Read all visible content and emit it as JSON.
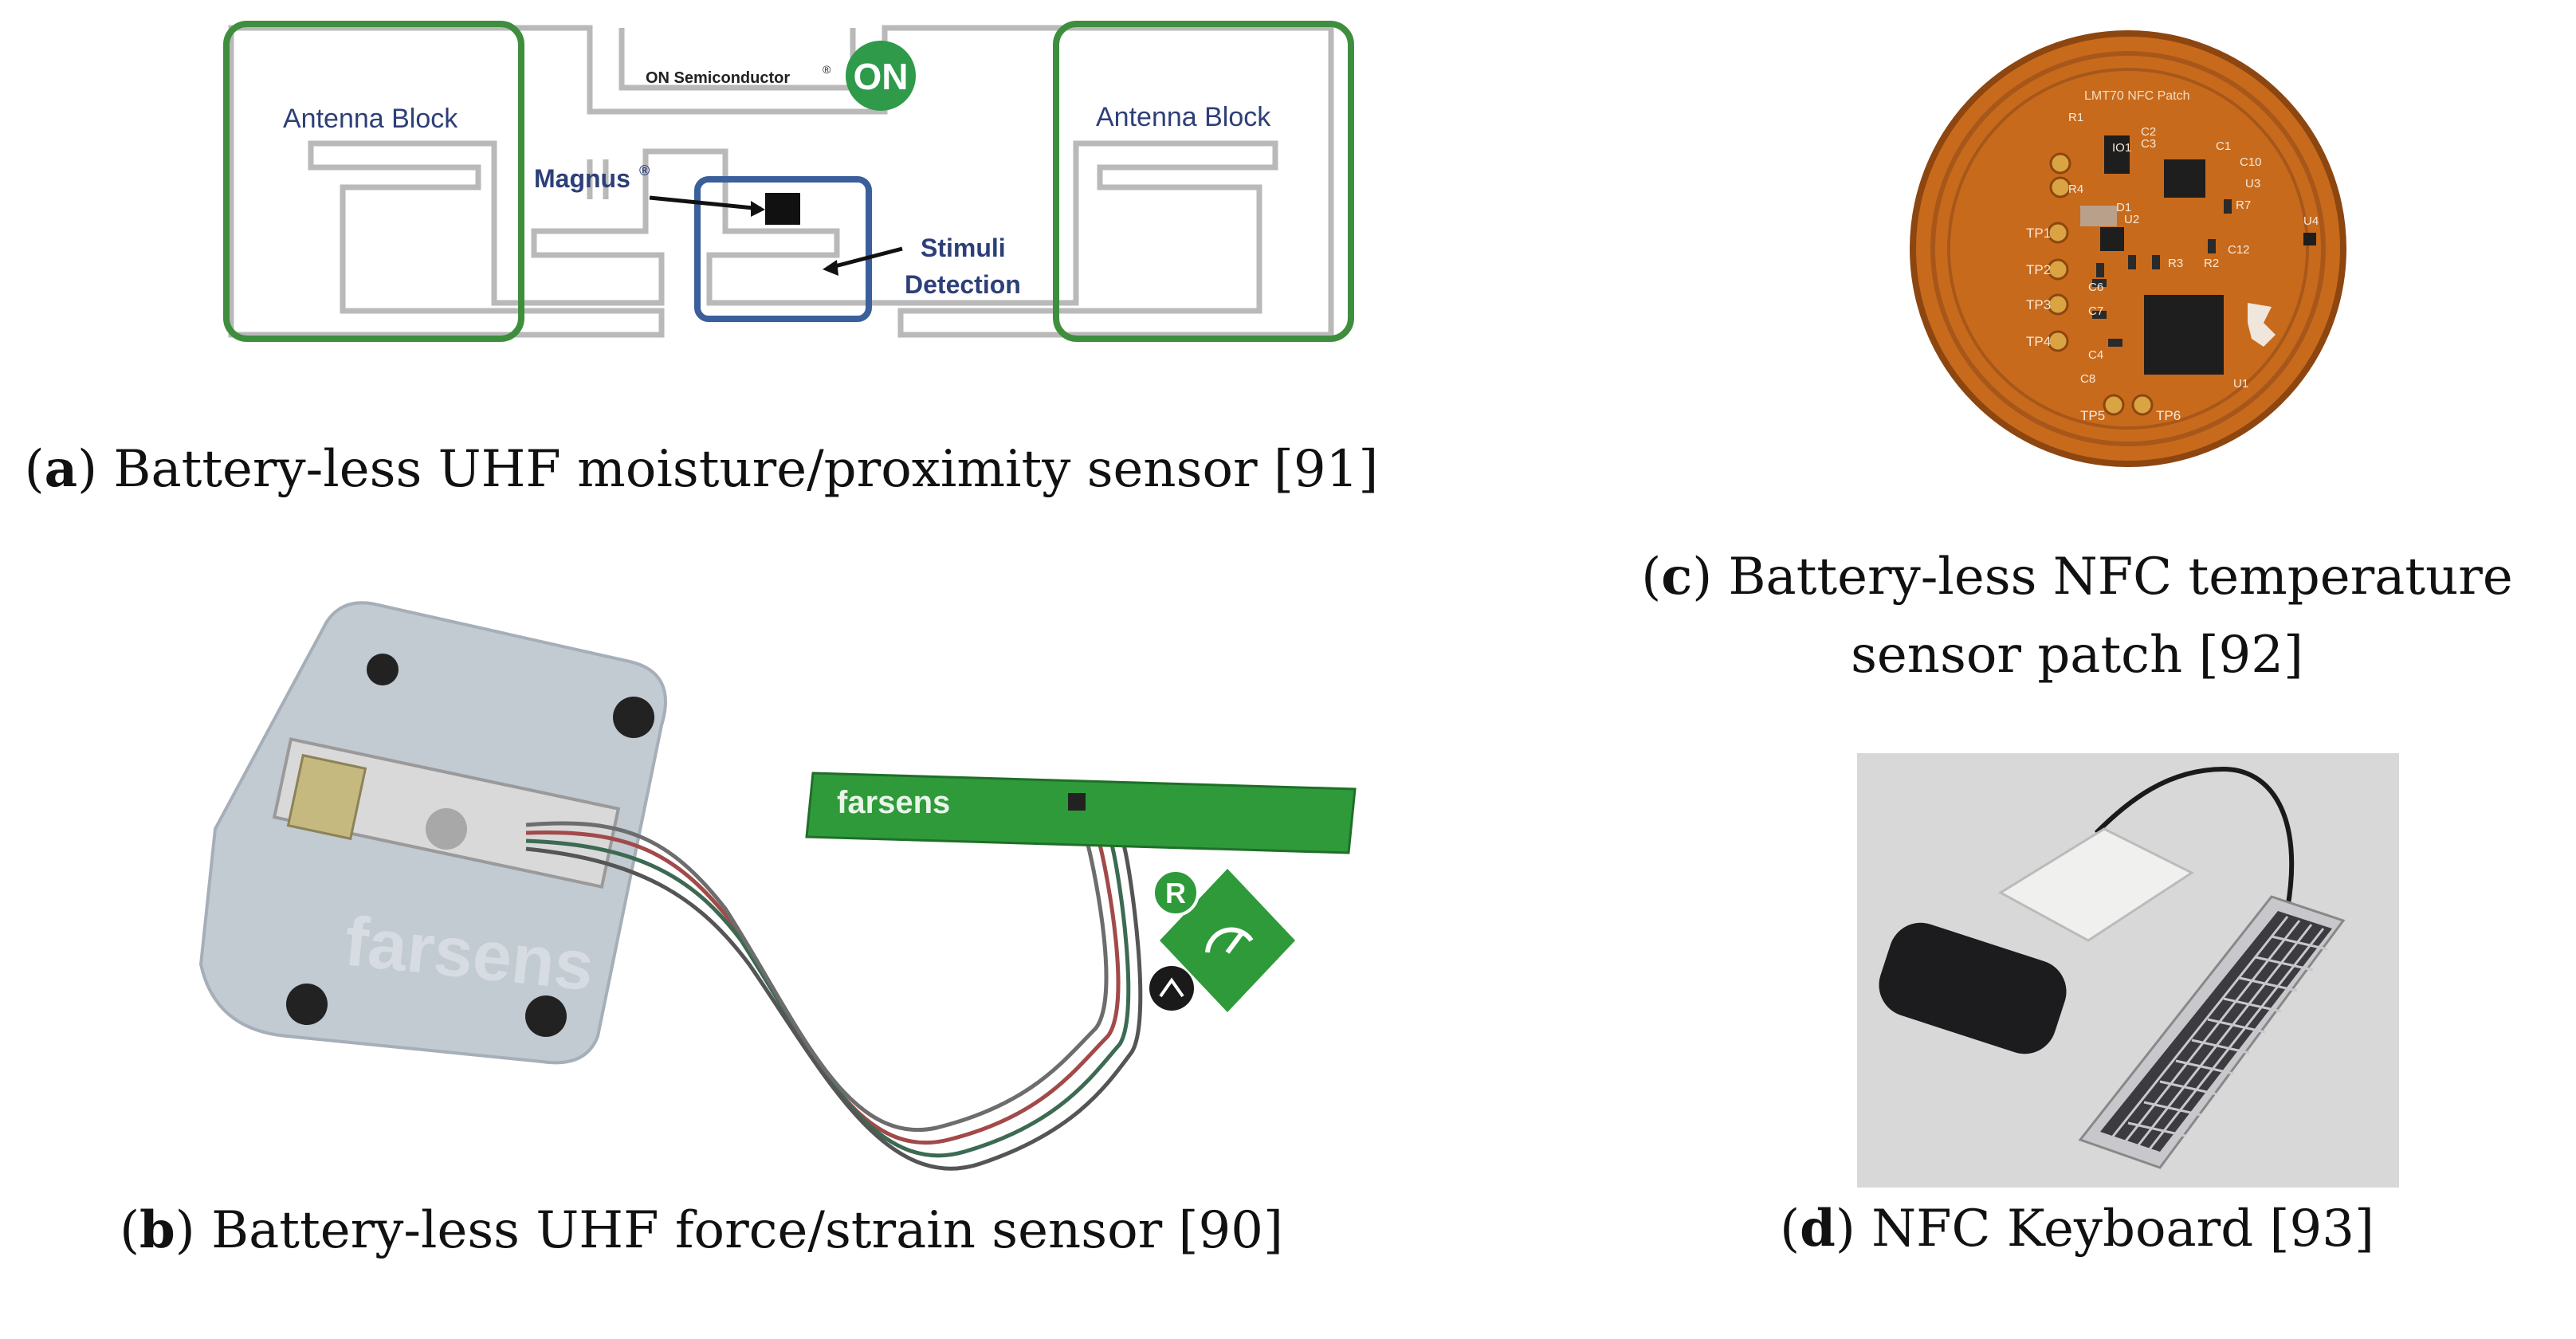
{
  "panels": {
    "a": {
      "caption_letter": "a",
      "caption_text": "Battery-less UHF moisture/proximity sensor [91]",
      "labels": {
        "antenna_left": "Antenna Block",
        "antenna_right": "Antenna Block",
        "brand": "ON Semiconductor",
        "brand_mark": "®",
        "brand_logo": "ON",
        "magnus": "Magnus",
        "magnus_mark": "®",
        "stimuli_1": "Stimuli",
        "stimuli_2": "Detection"
      },
      "colors": {
        "antenna_outline": "#3e8e3e",
        "chip_outline": "#3a5f9a",
        "trace": "#b9b9b9",
        "logo": "#2e9a4a",
        "label_text": "#2d3f78"
      }
    },
    "b": {
      "caption_letter": "b",
      "caption_text": "Battery-less UHF force/strain sensor [90]",
      "labels": {
        "brand_plate": "farsens",
        "brand_board": "farsens",
        "logo_letter": "R"
      },
      "colors": {
        "board": "#2f9a3a",
        "plate": "#b9c3cc",
        "wire_red": "#a24a4a",
        "wire_green": "#3c6a52",
        "wire_gray": "#555"
      }
    },
    "c": {
      "caption_letter": "c",
      "caption_line1": "Battery-less NFC temperature",
      "caption_line2": "sensor patch [92]",
      "labels": {
        "title": "LMT70 NFC Patch",
        "tp": [
          "TP1",
          "TP2",
          "TP3",
          "TP4",
          "TP5",
          "TP6"
        ],
        "components": [
          "R1",
          "R2",
          "R3",
          "R4",
          "R7",
          "C1",
          "C2",
          "C3",
          "C4",
          "C6",
          "C7",
          "C8",
          "C10",
          "C12",
          "D1",
          "U1",
          "U2",
          "U3",
          "U4",
          "IO1"
        ]
      },
      "colors": {
        "pcb": "#c86a1c",
        "pcb_dark": "#8d4610",
        "pad": "#d9a441"
      }
    },
    "d": {
      "caption_letter": "d",
      "caption_text": "NFC Keyboard [93]",
      "colors": {
        "background": "#d6d6d6",
        "keyboard": "#c8c8cc",
        "keys": "#3b3b40",
        "phone": "#1c1c1e",
        "pad": "#f0f0ee"
      }
    }
  }
}
